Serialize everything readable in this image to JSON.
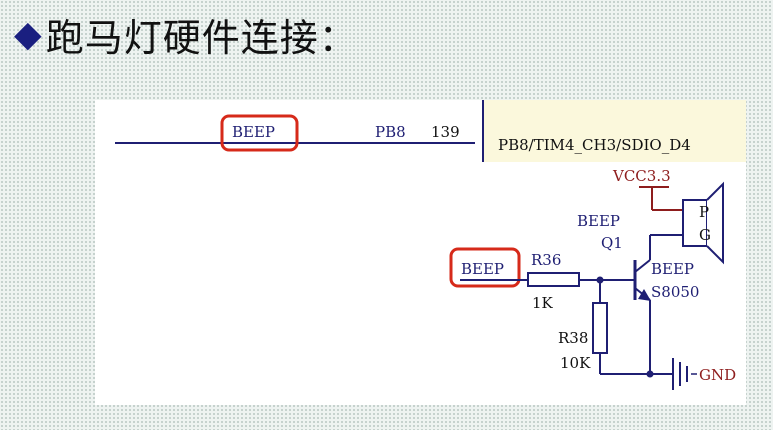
{
  "title": {
    "bullet": "◆",
    "text": "跑马灯硬件连接："
  },
  "schematic": {
    "net_label": "BEEP",
    "pin_name": "PB8",
    "pin_number": "139",
    "mcu_pin_function": "PB8/TIM4_CH3/SDIO_D4",
    "vcc_label": "VCC3.3",
    "buzzer": {
      "pin_p": "P",
      "pin_g": "G"
    },
    "transistor": {
      "net": "BEEP",
      "ref": "Q1",
      "label": "BEEP",
      "part": "S8050"
    },
    "r36": {
      "ref": "R36",
      "value": "1K"
    },
    "r38": {
      "ref": "R38",
      "value": "10K"
    },
    "gnd_label": "GND",
    "beep_input_label": "BEEP",
    "colors": {
      "wire": "#1f1f73",
      "highlight": "#d62a1a",
      "power_wire": "#8e1d1d",
      "title_bullet": "#1a1f80"
    }
  }
}
